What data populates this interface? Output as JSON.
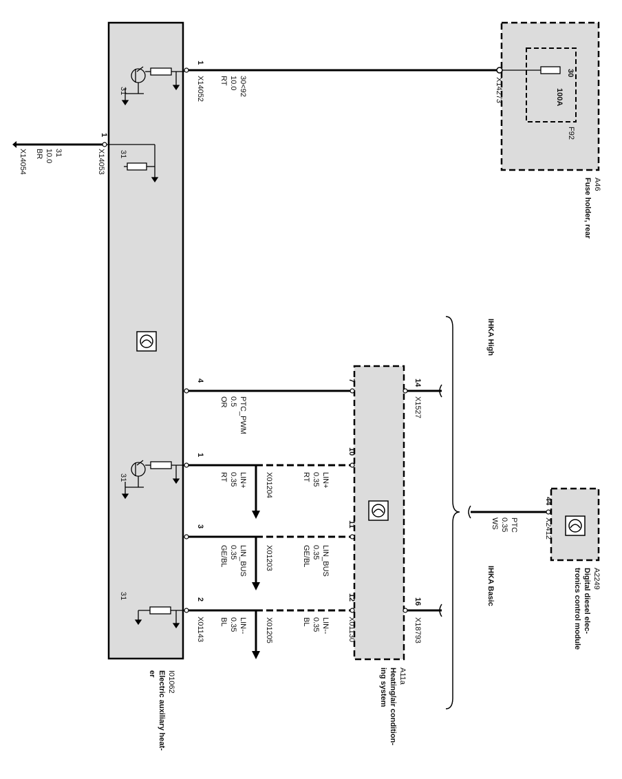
{
  "components": {
    "heater": {
      "id": "I01062",
      "name_line1": "Electric auxiliary heat-",
      "name_line2": "er"
    },
    "fuse_holder": {
      "id": "A46",
      "name": "Fuse holder, rear",
      "fuse_id": "F92",
      "fuse_rating": "100A",
      "fuse_terminal": "30"
    },
    "ihka": {
      "id": "A11a",
      "name_line1": "Heating/air condition-",
      "name_line2": "ing system"
    },
    "dde": {
      "id": "A2249",
      "name_line1": "Digital diesel elec-",
      "name_line2": "tronics control module"
    }
  },
  "variants": {
    "high": "IHKA High",
    "basic": "IHKA Basic"
  },
  "ground_label": "31",
  "wires": {
    "supply": {
      "heater_pin": "1",
      "heater_connector": "X14052",
      "signal": "30<92",
      "gauge": "10.0",
      "color": "RT",
      "fuse_connector": "X14273"
    },
    "ground": {
      "heater_pin": "1",
      "heater_connector": "X14053",
      "signal": "31",
      "gauge": "10.0",
      "color": "BR",
      "ground_connector": "X14054"
    },
    "ptc_pwm": {
      "heater_pin": "4",
      "ihka_pin": "7",
      "signal": "PTC_PWM",
      "gauge": "0.5",
      "color": "OR"
    },
    "lin_plus": {
      "heater_pin": "1",
      "ihka_pin": "10",
      "signal_heater": "LIN+",
      "signal_ihka": "LIN+",
      "gauge": "0.35",
      "color": "RT",
      "branch_connector": "X01204"
    },
    "lin_bus": {
      "heater_pin": "3",
      "ihka_pin": "11",
      "signal_heater": "LIN_BUS",
      "signal_ihka": "LIN_BUS",
      "gauge": "0.35",
      "color": "GE/BL",
      "branch_connector": "X01203"
    },
    "lin_minus": {
      "heater_pin": "2",
      "ihka_pin": "12",
      "signal_heater": "LIN--",
      "signal_ihka": "LIN--",
      "gauge": "0.35",
      "color": "BL",
      "branch_connector": "X01205",
      "heater_connector": "X01143",
      "ihka_connector": "X01130"
    },
    "ihka_pin14": {
      "pin": "14",
      "connector": "X1527"
    },
    "ihka_pin16": {
      "pin": "16",
      "connector": "X18793"
    },
    "dde_ptc": {
      "pin": "44",
      "connector": "X2412",
      "signal": "PTC",
      "gauge": "0.35",
      "color": "WS"
    }
  }
}
